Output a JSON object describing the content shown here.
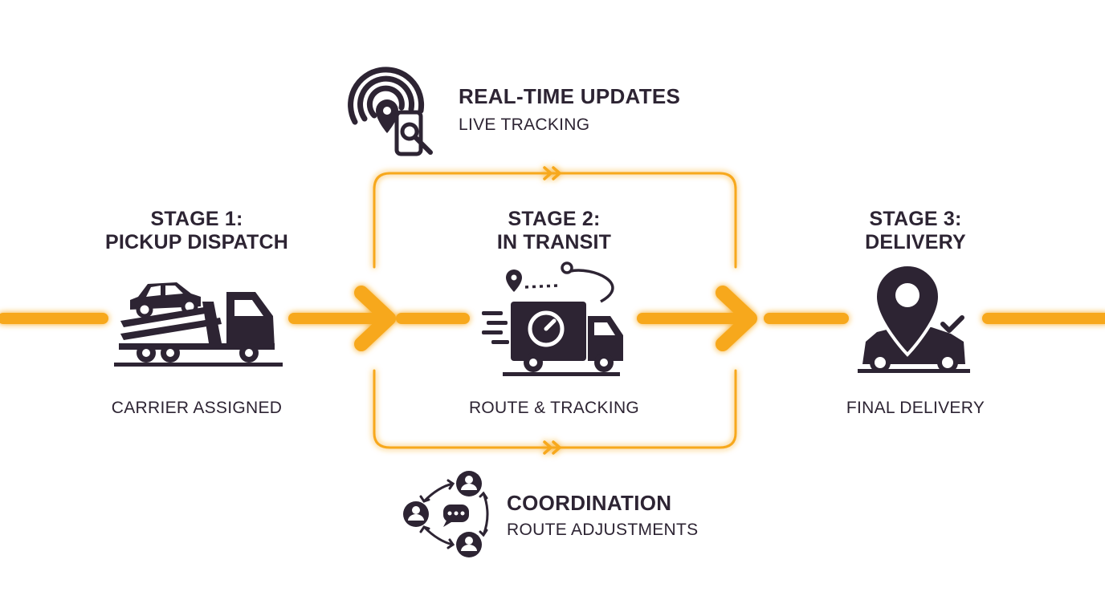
{
  "colors": {
    "accent": "#f7a81b",
    "ink": "#2d2433",
    "background": "#ffffff"
  },
  "stages": [
    {
      "title_line1": "STAGE 1:",
      "title_line2": "PICKUP DISPATCH",
      "subtitle": "CARRIER ASSIGNED",
      "icon": "car-carrier-truck-icon"
    },
    {
      "title_line1": "STAGE 2:",
      "title_line2": "IN TRANSIT",
      "subtitle": "ROUTE & TRACKING",
      "icon": "moving-truck-route-icon"
    },
    {
      "title_line1": "STAGE 3:",
      "title_line2": "DELIVERY",
      "subtitle": "FINAL DELIVERY",
      "icon": "location-pin-car-check-icon"
    }
  ],
  "top_callout": {
    "title": "REAL-TIME UPDATES",
    "subtitle": "LIVE TRACKING",
    "icon": "gps-phone-search-icon"
  },
  "bottom_callout": {
    "title": "COORDINATION",
    "subtitle": "ROUTE ADJUSTMENTS",
    "icon": "people-network-chat-icon"
  }
}
